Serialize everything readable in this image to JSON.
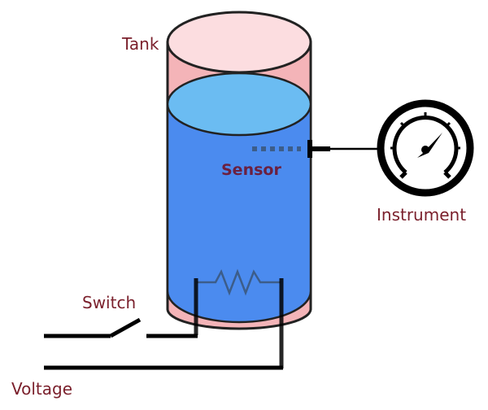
{
  "diagram": {
    "title": "Heated tank with sensor and instrument",
    "labels": {
      "tank": "Tank",
      "sensor": "Sensor",
      "instrument": "Instrument",
      "switch": "Switch",
      "voltage": "Voltage"
    },
    "colors": {
      "tank_top": "#fcdde0",
      "tank_wall": "#f4b4b8",
      "liquid_top": "#6bbcf2",
      "liquid_body": "#4b8bef",
      "label_text": "#7a1f2b",
      "sensor_text": "#6b2040",
      "wire": "#000000"
    },
    "components": [
      {
        "id": "tank",
        "type": "cylinder"
      },
      {
        "id": "sensor",
        "type": "probe"
      },
      {
        "id": "instrument",
        "type": "gauge"
      },
      {
        "id": "heater",
        "type": "resistor"
      },
      {
        "id": "switch",
        "type": "open-switch"
      },
      {
        "id": "voltage",
        "type": "source-lines"
      }
    ]
  }
}
